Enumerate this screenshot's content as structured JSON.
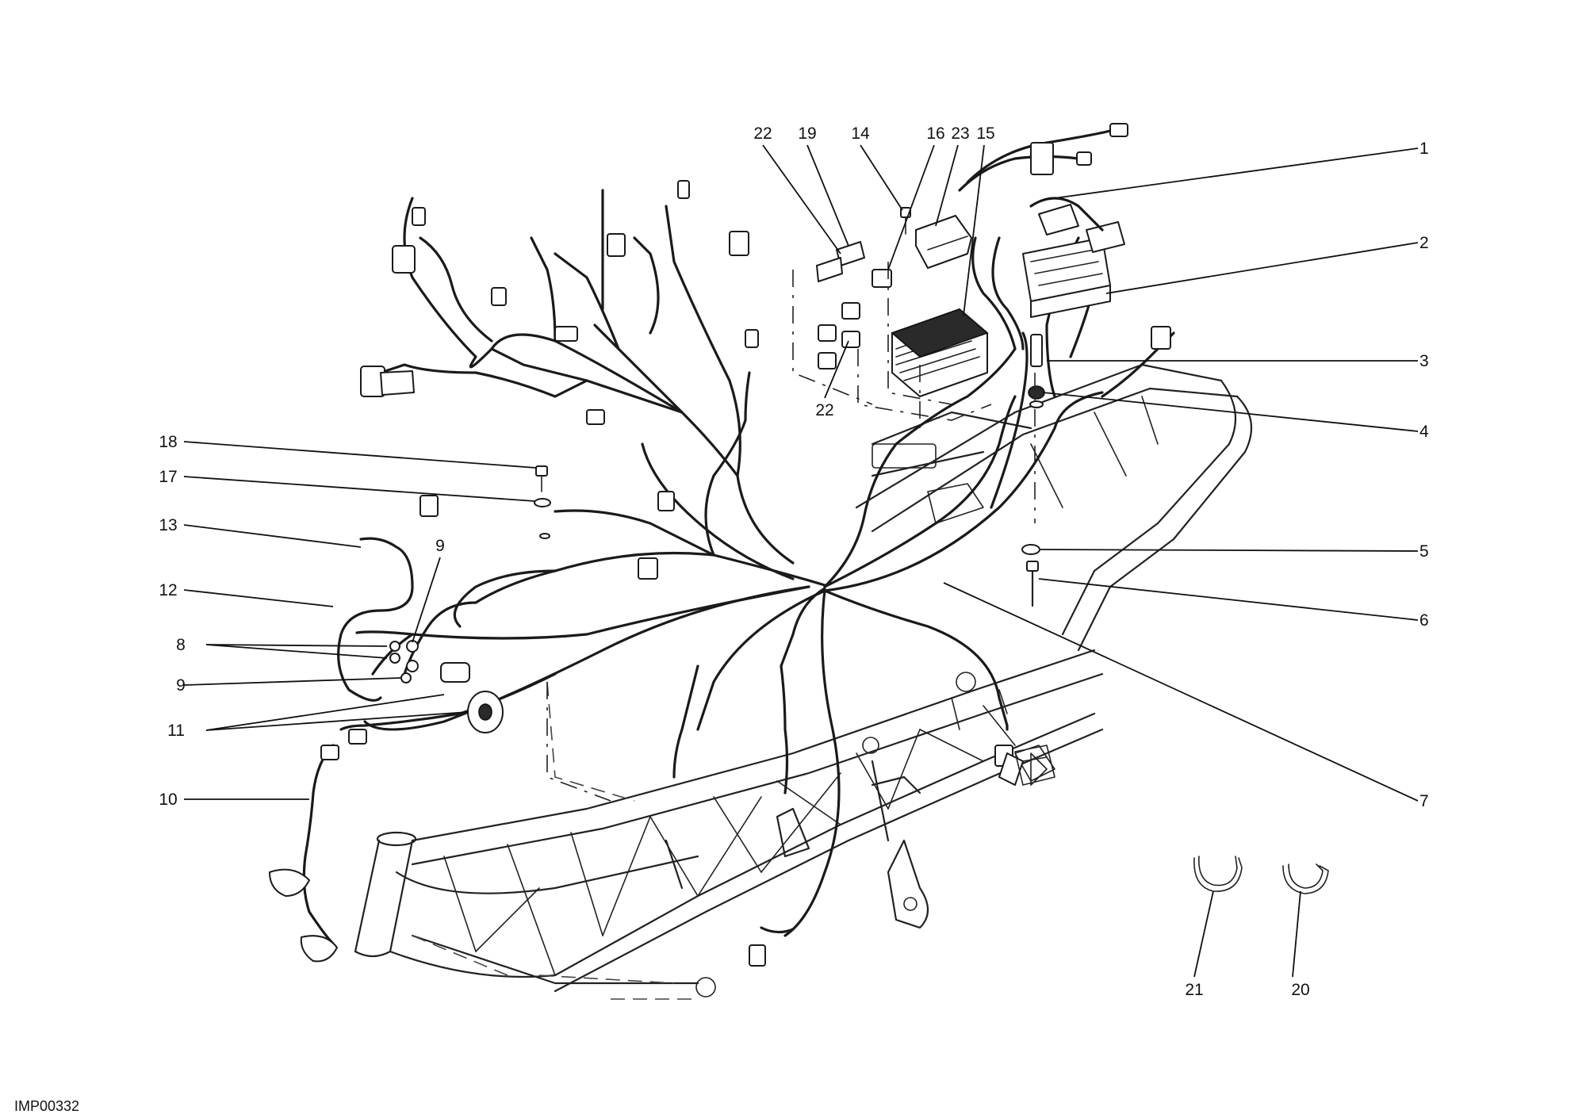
{
  "drawing": {
    "reference_code": "IMP00332"
  },
  "callouts": {
    "c1": "1",
    "c2": "2",
    "c3": "3",
    "c4": "4",
    "c5": "5",
    "c6": "6",
    "c7": "7",
    "c8": "8",
    "c9_upper": "9",
    "c9_lower": "9",
    "c10": "10",
    "c11": "11",
    "c12": "12",
    "c13": "13",
    "c14": "14",
    "c15": "15",
    "c16": "16",
    "c17": "17",
    "c18": "18",
    "c19": "19",
    "c20": "20",
    "c21": "21",
    "c22_top": "22",
    "c22_mid": "22",
    "c23": "23"
  }
}
